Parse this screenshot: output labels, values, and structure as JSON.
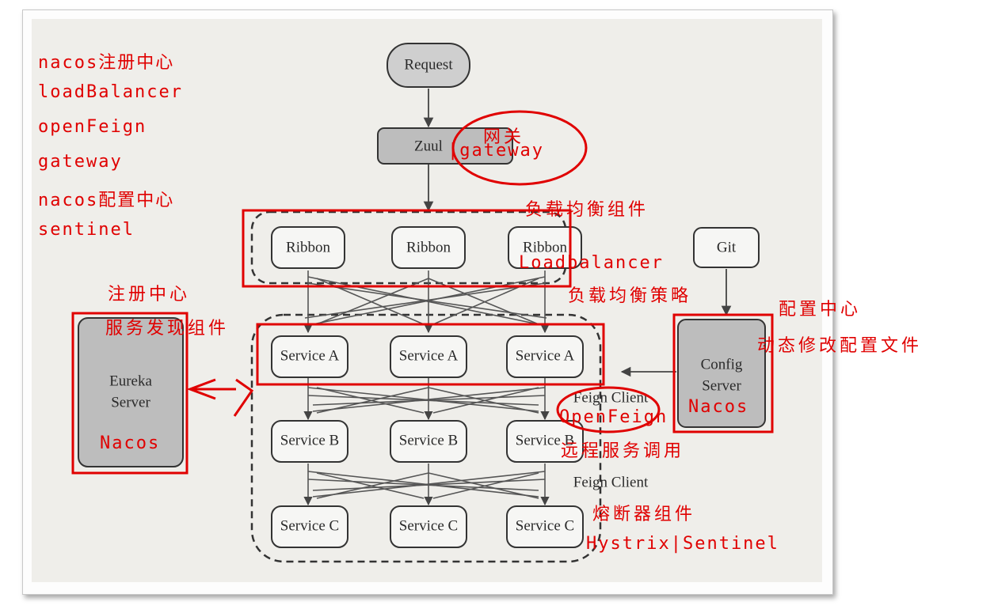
{
  "tech_list": [
    "nacos注册中心",
    "loadBalancer",
    "openFeign",
    "gateway",
    "nacos配置中心",
    "sentinel"
  ],
  "diagram": {
    "request": "Request",
    "zuul": "Zuul",
    "ribbon": "Ribbon",
    "git": "Git",
    "eureka_line1": "Eureka",
    "eureka_line2": "Server",
    "config_line1": "Config",
    "config_line2": "Server",
    "service_a": "Service A",
    "service_b": "Service B",
    "service_c": "Service C",
    "feign_client": "Feign Client"
  },
  "annotations": {
    "gateway_cn": "网关",
    "gateway_en": "|gateway",
    "lb_component": "负载均衡组件",
    "lb_name": "Loadbalancer",
    "lb_strategy": "负载均衡策略",
    "registry": "注册中心",
    "discovery": "服务发现组件",
    "eureka_nacos": "Nacos",
    "config_center": "配置中心",
    "config_dynamic": "动态修改配置文件",
    "config_nacos": "Nacos",
    "openfeign": "OpenFeign",
    "remote_call": "远程服务调用",
    "breaker": "熔断器组件",
    "breaker_name": "Hystrix|Sentinel"
  },
  "colors": {
    "annotation": "#e00000",
    "box_fill": "#f6f6f4",
    "dark_fill": "#bdbdbd"
  }
}
